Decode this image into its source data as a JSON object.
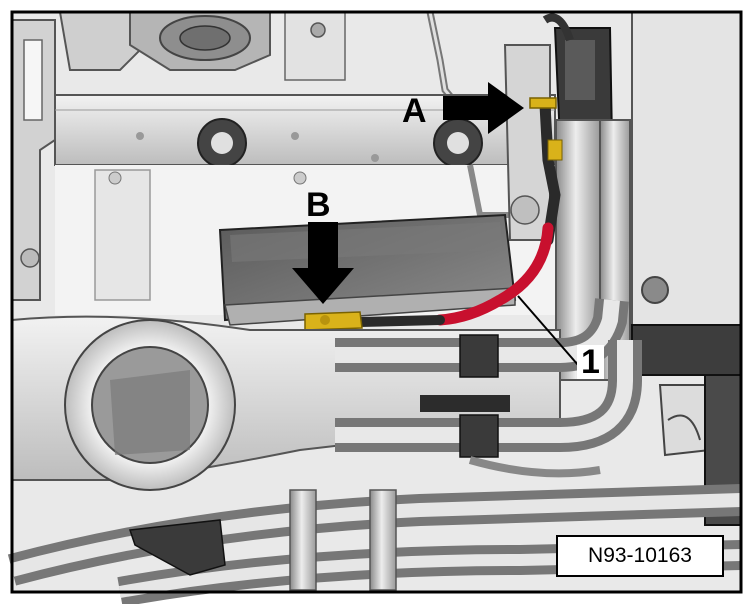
{
  "figure": {
    "callouts": {
      "a": "A",
      "b": "B",
      "one": "1"
    },
    "reference_number": "N93-10163",
    "colors": {
      "frame": "#000000",
      "metal_light": "#e6e6e6",
      "metal_mid": "#c8c8c8",
      "metal_dark": "#6e6e6e",
      "cable_black": "#2a2a2a",
      "cable_red": "#c8102e",
      "terminal_yellow": "#d9b21a"
    },
    "icons": [
      "arrow-right-icon",
      "arrow-down-icon"
    ]
  }
}
